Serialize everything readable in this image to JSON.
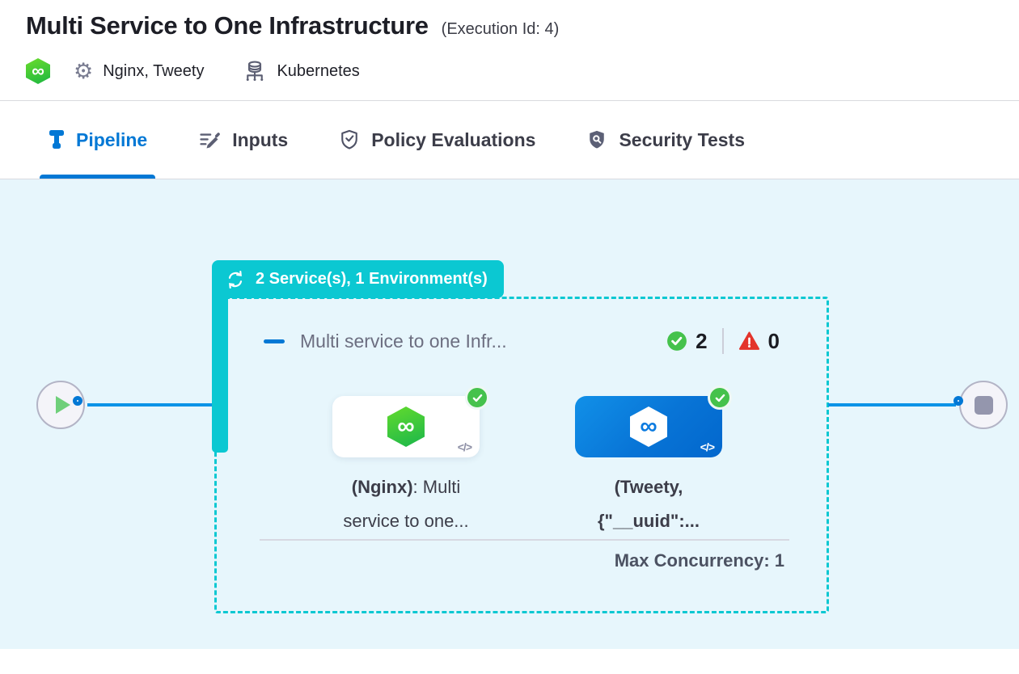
{
  "header": {
    "title": "Multi Service to One Infrastructure",
    "execution_id": "(Execution Id: 4)",
    "services_label": "Nginx, Tweety",
    "infrastructure_label": "Kubernetes"
  },
  "tabs": [
    {
      "label": "Pipeline",
      "active": true
    },
    {
      "label": "Inputs",
      "active": false
    },
    {
      "label": "Policy Evaluations",
      "active": false
    },
    {
      "label": "Security Tests",
      "active": false
    }
  ],
  "pipeline": {
    "stage_badge": "2 Service(s), 1 Environment(s)",
    "stage": {
      "title": "Multi service to one Infr...",
      "success_count": "2",
      "failure_count": "0",
      "services": [
        {
          "label_bold": "(Nginx)",
          "label_rest": ": Multi service to one...",
          "card_style": "white"
        },
        {
          "label_bold": "(Tweety, {\"__uuid\":...",
          "label_rest": "",
          "card_style": "blue"
        }
      ],
      "max_concurrency": "Max Concurrency: 1"
    }
  },
  "icons": {
    "gear_glyph": "⚙",
    "infinity_glyph": "∞",
    "code_glyph": "</>"
  },
  "colors": {
    "accent_teal": "#0bc8d2",
    "primary_blue": "#0278d5",
    "edge_blue": "#0b93e7",
    "success_green": "#45c24c",
    "error_red": "#e3342b",
    "canvas_bg": "#e7f6fc",
    "card_blue_gradient": [
      "#1190e8",
      "#0267cd"
    ]
  }
}
